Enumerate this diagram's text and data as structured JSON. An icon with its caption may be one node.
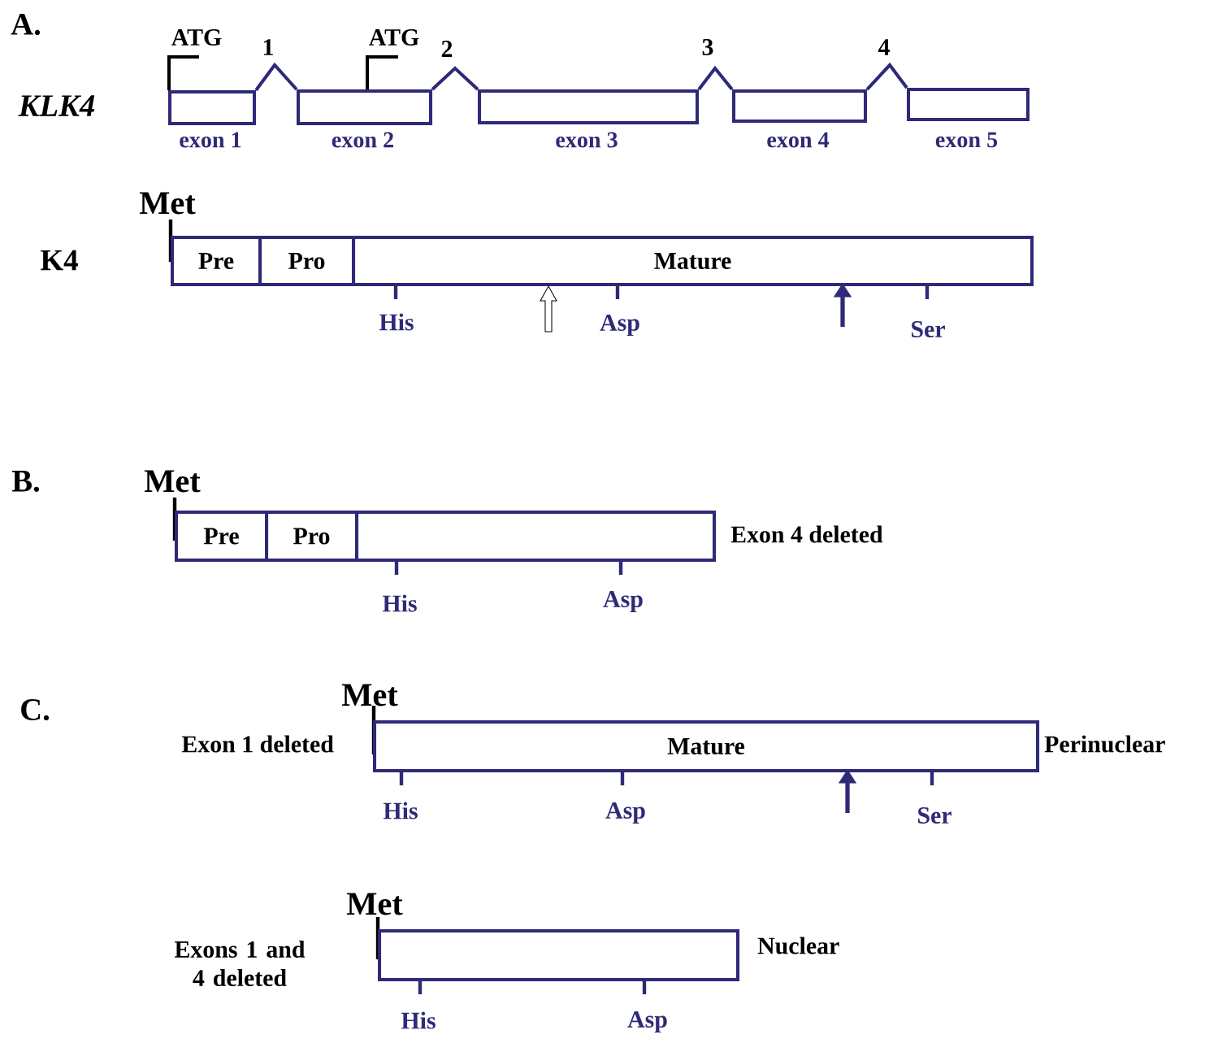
{
  "diagram": {
    "nodes": [
      {
        "text": [
          "exon 1"
        ]
      },
      {
        "text": [
          "exon 2"
        ]
      },
      {
        "text": [
          "exon 3"
        ]
      },
      {
        "text": [
          "exon 4"
        ]
      },
      {
        "text": [
          "exon 5"
        ]
      },
      {
        "text": [
          "Pre"
        ],
        "beside": [
          "Met"
        ]
      },
      {
        "text": [
          "Pro"
        ]
      },
      {
        "text": [
          "Mature"
        ],
        "beside": [
          "His",
          "Asp",
          "Ser"
        ]
      },
      {
        "text": [
          "Pre"
        ],
        "beside": [
          "Met"
        ]
      },
      {
        "text": [
          "Pro"
        ]
      },
      {
        "text": [],
        "shape": "box",
        "beside": [
          "Exon 4 deleted",
          "His",
          "Asp"
        ]
      },
      {
        "text": [
          "Mature"
        ],
        "beside": [
          "Met",
          "Exon 1 deleted",
          "Perinuclear",
          "His",
          "Asp",
          "Ser"
        ]
      },
      {
        "text": [],
        "shape": "box",
        "beside": [
          "Met",
          "Exons 1 and 4 deleted",
          "Nuclear",
          "His",
          "Asp"
        ]
      }
    ],
    "edges": [
      {
        "from": 0,
        "to": 1,
        "arrow": "none",
        "label": "1"
      },
      {
        "from": 1,
        "to": 2,
        "arrow": "none",
        "label": "2"
      },
      {
        "from": 2,
        "to": 3,
        "arrow": "none",
        "label": "3"
      },
      {
        "from": 3,
        "to": 4,
        "arrow": "none",
        "label": "4"
      }
    ],
    "labels": [
      "A.",
      "ATG",
      "ATG",
      "KLK4",
      "K4",
      "B.",
      "C."
    ]
  }
}
